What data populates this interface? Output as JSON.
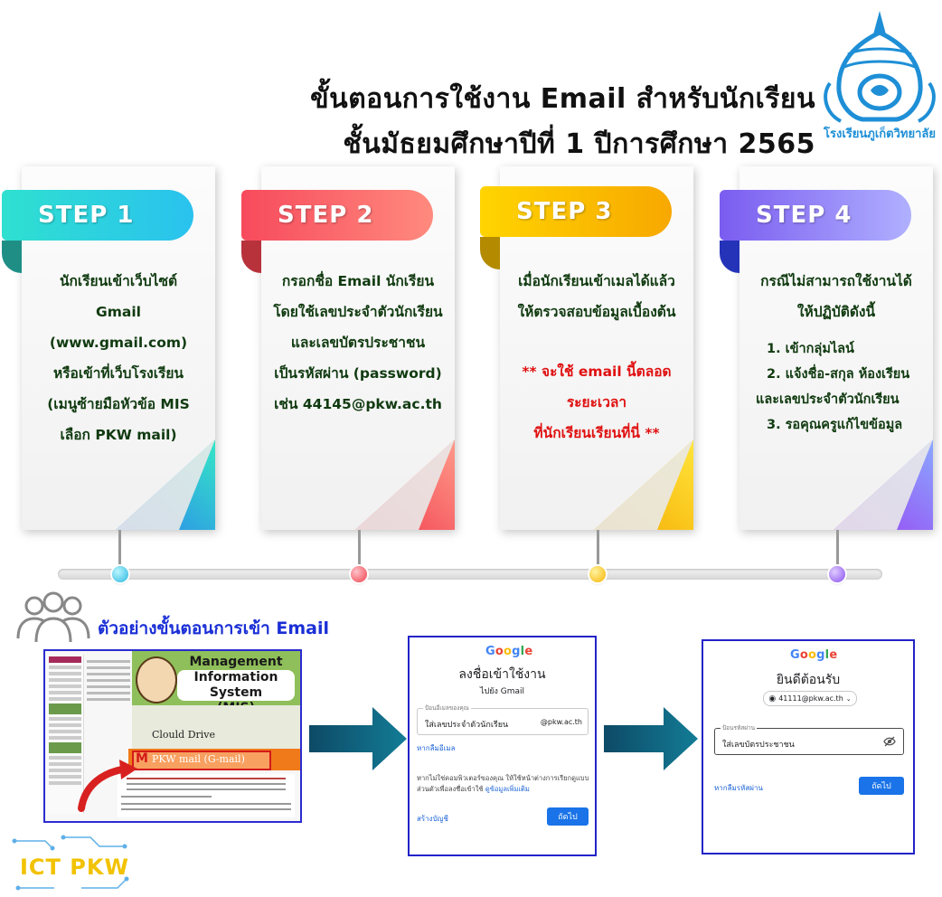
{
  "title": {
    "line1": "ขั้นตอนการใช้งาน Email สำหรับนักเรียน",
    "line2": "ชั้นมัธยมศึกษาปีที่ 1 ปีการศึกษา 2565"
  },
  "seal": {
    "text": "โรงเรียนภูเก็ตวิทยาลัย",
    "icon": "school-seal"
  },
  "steps": [
    {
      "label": "STEP 1",
      "color": "#2fd6d0",
      "lines": [
        "นักเรียนเข้าเว็บไซต์",
        "Gmail (www.gmail.com)",
        "หรือเข้าที่เว็บโรงเรียน",
        "(เมนูซ้ายมือหัวข้อ MIS",
        "เลือก PKW mail)"
      ]
    },
    {
      "label": "STEP 2",
      "color": "#f2606a",
      "lines": [
        "กรอกชื่อ Email นักเรียน",
        "โดยใช้เลขประจำตัวนักเรียน",
        "และเลขบัตรประชาชน",
        "เป็นรหัสผ่าน (password)",
        "เช่น 44145@pkw.ac.th"
      ]
    },
    {
      "label": "STEP 3",
      "color": "#f7c400",
      "lines": [
        "เมื่อนักเรียนเข้าเมลได้แล้ว",
        "ให้ตรวจสอบข้อมูลเบื้องต้น"
      ],
      "warning": [
        "** จะใช้ email นี้ตลอด",
        "ระยะเวลา",
        "ที่นักเรียนเรียนที่นี่ **"
      ]
    },
    {
      "label": "STEP 4",
      "color": "#8a6cf0",
      "lines": [
        "กรณีไม่สามารถใช้งานได้",
        "ให้ปฏิบัติดังนี้"
      ],
      "list": [
        "1. เข้ากลุ่มไลน์",
        "2. แจ้งชื่อ-สกุล ห้องเรียน",
        "และเลขประจำตัวนักเรียน",
        "3. รอคุณครูแก้ไขข้อมูล"
      ]
    }
  ],
  "example": {
    "heading": "ตัวอย่างขั้นตอนการเข้า Email",
    "mis": {
      "title1": "Management",
      "title2": "Information System",
      "title3": "(MIS)",
      "cloud": "Clould Drive",
      "mail": "PKW mail (G-mail)"
    },
    "login": {
      "logo": [
        "G",
        "o",
        "o",
        "g",
        "l",
        "e"
      ],
      "heading": "ลงชื่อเข้าใช้งาน",
      "sub": "ไปยัง Gmail",
      "field_label": "ป้อนอีเมลของคุณ",
      "field_value": "ใส่เลขประจำตัวนักเรียน",
      "domain": "@pkw.ac.th",
      "forgot": "หากลืมอีเมล",
      "note1": "หากไม่ใช่คอมพิวเตอร์ของคุณ ให้ใช้หน้าต่างการเรียกดูแบบ",
      "note2": "ส่วนตัวเพื่อลงชื่อเข้าใช้",
      "note_link": "ดูข้อมูลเพิ่มเติม",
      "create": "สร้างบัญชี",
      "next": "ถัดไป"
    },
    "password": {
      "logo": [
        "G",
        "o",
        "o",
        "g",
        "l",
        "e"
      ],
      "heading": "ยินดีต้อนรับ",
      "account": "41111@pkw.ac.th",
      "field_label": "ป้อนรหัสผ่าน",
      "field_value": "ใส่เลขบัตรประชาชน",
      "forgot": "หากลืมรหัสผ่าน",
      "next": "ถัดไป"
    }
  },
  "ict_logo": {
    "text": "ICT PKW"
  }
}
